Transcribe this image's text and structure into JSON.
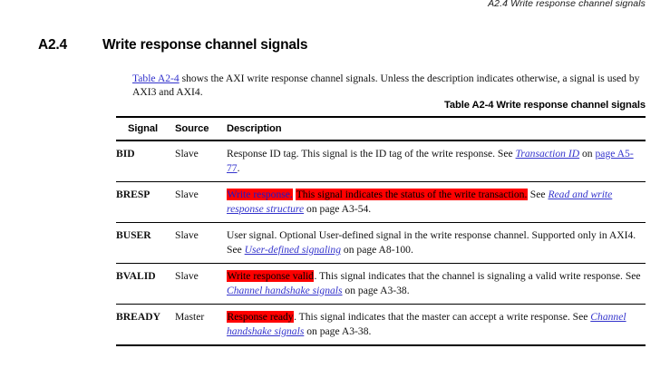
{
  "running_header": "A2.4 Write response channel signals",
  "section": {
    "number": "A2.4",
    "title": "Write response channel signals"
  },
  "intro": {
    "link_text": "Table A2-4",
    "body": " shows the AXI write response channel signals. Unless the description indicates otherwise, a signal is used by AXI3 and AXI4."
  },
  "table": {
    "caption": "Table A2-4 Write response channel signals",
    "columns": {
      "signal": "Signal",
      "source": "Source",
      "description": "Description"
    },
    "rows": [
      {
        "signal": "BID",
        "source": "Slave",
        "desc_parts": [
          {
            "text": "Response ID tag. This signal is the ID tag of the write response. See ",
            "style": "plain"
          },
          {
            "text": "Transaction ID",
            "style": "xref"
          },
          {
            "text": " on ",
            "style": "plain"
          },
          {
            "text": "page A5-77",
            "style": "xref-plain"
          },
          {
            "text": ".",
            "style": "plain"
          }
        ]
      },
      {
        "signal": "BRESP",
        "source": "Slave",
        "desc_parts": [
          {
            "text": "Write response.",
            "style": "highlight-blue"
          },
          {
            "text": " ",
            "style": "plain"
          },
          {
            "text": "This signal indicates the status of the write transaction.",
            "style": "highlight"
          },
          {
            "text": " See ",
            "style": "plain"
          },
          {
            "text": "Read and write response structure",
            "style": "xref"
          },
          {
            "text": " on page A3-54",
            "style": "plain"
          },
          {
            "text": ".",
            "style": "plain"
          }
        ]
      },
      {
        "signal": "BUSER",
        "source": "Slave",
        "desc_parts": [
          {
            "text": "User signal. Optional User-defined signal in the write response channel. Supported only in AXI4. See ",
            "style": "plain"
          },
          {
            "text": "User-defined signaling",
            "style": "xref"
          },
          {
            "text": " on page A8-100",
            "style": "plain"
          },
          {
            "text": ".",
            "style": "plain"
          }
        ]
      },
      {
        "signal": "BVALID",
        "source": "Slave",
        "desc_parts": [
          {
            "text": "Write response valid",
            "style": "highlight"
          },
          {
            "text": ". This signal indicates that the channel is signaling a valid write response. See ",
            "style": "plain"
          },
          {
            "text": "Channel handshake signals",
            "style": "xref"
          },
          {
            "text": " on page A3-38",
            "style": "plain"
          },
          {
            "text": ".",
            "style": "plain"
          }
        ]
      },
      {
        "signal": "BREADY",
        "source": "Master",
        "desc_parts": [
          {
            "text": "Response ready",
            "style": "highlight"
          },
          {
            "text": ". This signal indicates that the master can accept a write response. See ",
            "style": "plain"
          },
          {
            "text": "Channel handshake signals",
            "style": "xref"
          },
          {
            "text": " on page A3-38",
            "style": "plain"
          },
          {
            "text": ".",
            "style": "plain"
          }
        ]
      }
    ]
  },
  "colors": {
    "highlight": "#ff0000",
    "link": "#3333cc",
    "text": "#111111",
    "rule": "#000000"
  }
}
